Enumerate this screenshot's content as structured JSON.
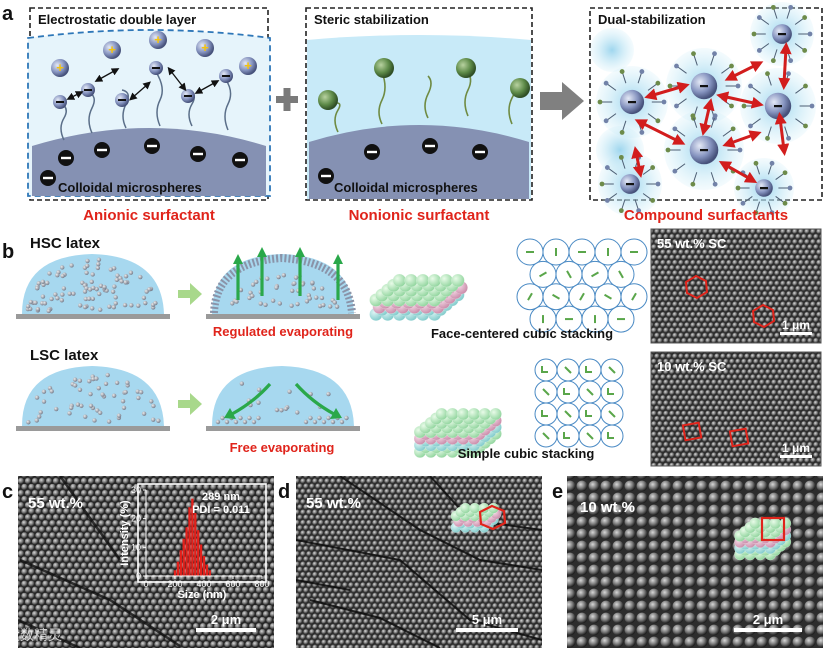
{
  "panels": {
    "a": {
      "letter": "a",
      "box1_title": "Electrostatic double layer",
      "box1_sub": "Colloidal microspheres",
      "box1_caption": "Anionic surfactant",
      "box2_title": "Steric stabilization",
      "box2_sub": "Colloidal microspheres",
      "box2_caption": "Nonionic surfactant",
      "box3_title": "Dual-stabilization",
      "box3_caption": "Compound surfactants"
    },
    "b": {
      "letter": "b",
      "row1_title": "HSC latex",
      "row1_step": "Regulated evaporating",
      "row1_stack": "Face-centered cubic stacking",
      "row1_sem_label": "55 wt.% SC",
      "row1_scale": "1 μm",
      "row2_title": "LSC latex",
      "row2_step": "Free evaporating",
      "row2_stack": "Simple cubic stacking",
      "row2_sem_label": "10 wt.% SC",
      "row2_scale": "1 μm"
    },
    "c": {
      "letter": "c",
      "label": "55 wt.%",
      "scale": "2 μm",
      "inset_size": "289 nm",
      "inset_pdi": "PDI = 0.011",
      "inset_xlabel": "Size (nm)",
      "inset_ylabel": "Intensity (%)"
    },
    "d": {
      "letter": "d",
      "label": "55 wt.%",
      "scale": "5 μm"
    },
    "e": {
      "letter": "e",
      "label": "10 wt.%",
      "scale": "2 μm"
    }
  },
  "chart_data": {
    "type": "bar",
    "xlabel": "Size (nm)",
    "ylabel": "Intensity (%)",
    "xlim": [
      0,
      800
    ],
    "ylim": [
      0,
      30
    ],
    "xticks": [
      "0",
      "200",
      "400",
      "600",
      "800"
    ],
    "yticks": [
      "0",
      "10",
      "20",
      "30"
    ],
    "x": [
      200,
      220,
      240,
      260,
      280,
      300,
      320,
      340,
      360,
      380,
      400,
      420,
      440
    ],
    "values": [
      2,
      5,
      9,
      13,
      17,
      24,
      27,
      22,
      16,
      11,
      7,
      4,
      2
    ]
  },
  "watermark": "大数精灵",
  "colors": {
    "caption_red": "#e0241b",
    "dash_blue": "#2e77b8",
    "sem_dark": "#2a2a2a",
    "particle": "#6f7fa6",
    "green": "#2aa84a"
  }
}
